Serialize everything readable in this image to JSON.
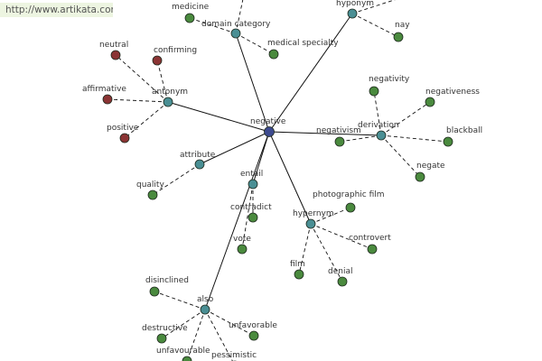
{
  "watermark": "http://www.artikata.com",
  "colors": {
    "center": "#3d4a8f",
    "relation": "#4a8f94",
    "related": "#4a8a3e",
    "antonym_word": "#8b3434",
    "edge": "#111111"
  },
  "center": {
    "id": "negative",
    "label": "negative"
  },
  "relations": [
    {
      "id": "hyponym",
      "label": "hyponym"
    },
    {
      "id": "domain_category",
      "label": "domain category"
    },
    {
      "id": "antonym",
      "label": "antonym"
    },
    {
      "id": "derivation",
      "label": "derivation"
    },
    {
      "id": "attribute",
      "label": "attribute"
    },
    {
      "id": "entail",
      "label": "entail"
    },
    {
      "id": "hypernym",
      "label": "hypernym"
    },
    {
      "id": "also",
      "label": "also"
    }
  ],
  "words": [
    {
      "label": "nay",
      "relation": "hyponym",
      "kind": "related"
    },
    {
      "label": "",
      "relation": "hyponym",
      "kind": "related"
    },
    {
      "label": "medicine",
      "relation": "domain_category",
      "kind": "related"
    },
    {
      "label": "medical specialty",
      "relation": "domain_category",
      "kind": "related"
    },
    {
      "label": "",
      "relation": "domain_category",
      "kind": "related"
    },
    {
      "label": "neutral",
      "relation": "antonym",
      "kind": "antonym_word"
    },
    {
      "label": "confirming",
      "relation": "antonym",
      "kind": "antonym_word"
    },
    {
      "label": "affirmative",
      "relation": "antonym",
      "kind": "antonym_word"
    },
    {
      "label": "positive",
      "relation": "antonym",
      "kind": "antonym_word"
    },
    {
      "label": "negativity",
      "relation": "derivation",
      "kind": "related"
    },
    {
      "label": "negativeness",
      "relation": "derivation",
      "kind": "related"
    },
    {
      "label": "negativism",
      "relation": "derivation",
      "kind": "related"
    },
    {
      "label": "blackball",
      "relation": "derivation",
      "kind": "related"
    },
    {
      "label": "negate",
      "relation": "derivation",
      "kind": "related"
    },
    {
      "label": "quality",
      "relation": "attribute",
      "kind": "related"
    },
    {
      "label": "contradict",
      "relation": "entail",
      "kind": "related"
    },
    {
      "label": "vote",
      "relation": "entail",
      "kind": "related"
    },
    {
      "label": "photographic film",
      "relation": "hypernym",
      "kind": "related"
    },
    {
      "label": "controvert",
      "relation": "hypernym",
      "kind": "related"
    },
    {
      "label": "film",
      "relation": "hypernym",
      "kind": "related"
    },
    {
      "label": "denial",
      "relation": "hypernym",
      "kind": "related"
    },
    {
      "label": "disinclined",
      "relation": "also",
      "kind": "related"
    },
    {
      "label": "destructive",
      "relation": "also",
      "kind": "related"
    },
    {
      "label": "unfavorable",
      "relation": "also",
      "kind": "related"
    },
    {
      "label": "unfavourable",
      "relation": "also",
      "kind": "related"
    },
    {
      "label": "pessimistic",
      "relation": "also",
      "kind": "related"
    }
  ]
}
